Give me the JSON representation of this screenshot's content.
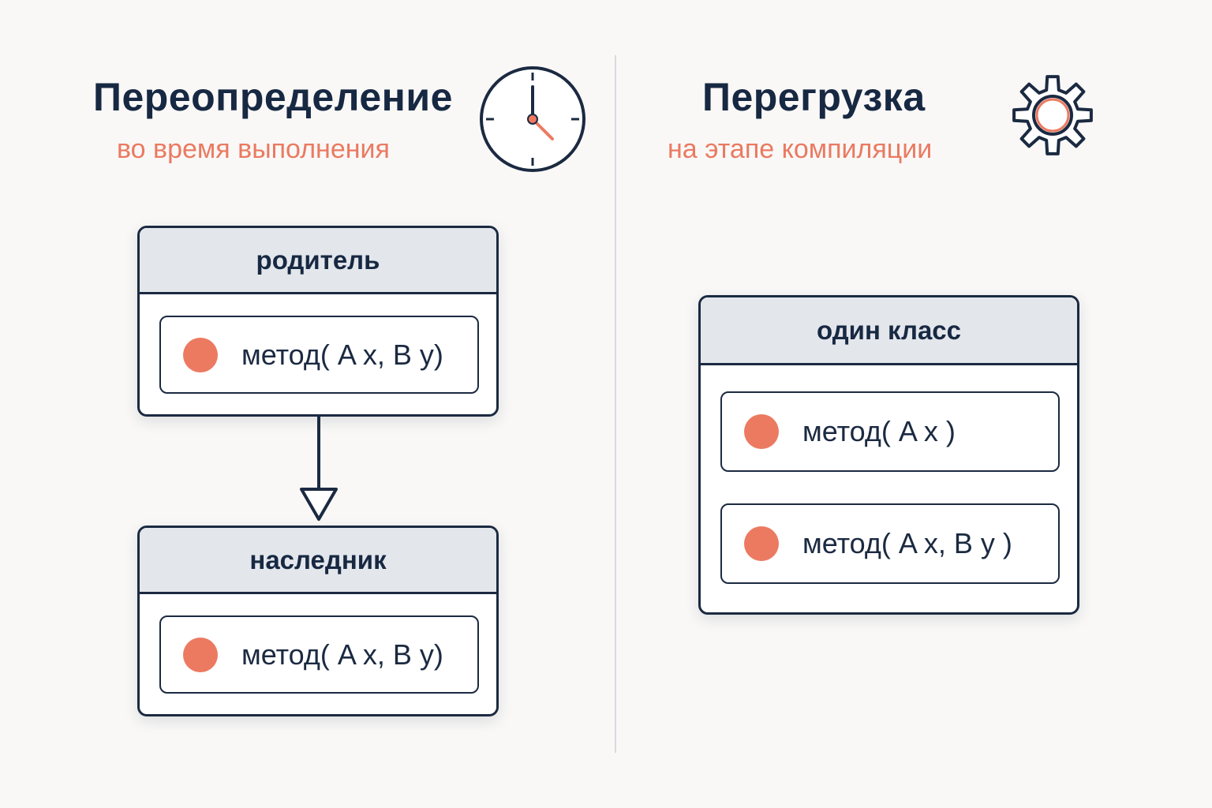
{
  "left": {
    "title": "Переопределение",
    "subtitle": "во время выполнения",
    "icon": "clock-icon",
    "parent": {
      "header": "родитель",
      "method": "метод( A x, B y)"
    },
    "child": {
      "header": "наследник",
      "method": "метод( A x, B y)"
    }
  },
  "right": {
    "title": "Перегрузка",
    "subtitle": "на этапе компиляции",
    "icon": "gear-icon",
    "class_box": {
      "header": "один класс",
      "methods": [
        "метод( A x )",
        "метод( A x, B y )"
      ]
    }
  },
  "colors": {
    "navy": "#1b2a41",
    "accent": "#ec7a61",
    "header_bg": "#e3e6eb",
    "background": "#f9f8f7"
  }
}
